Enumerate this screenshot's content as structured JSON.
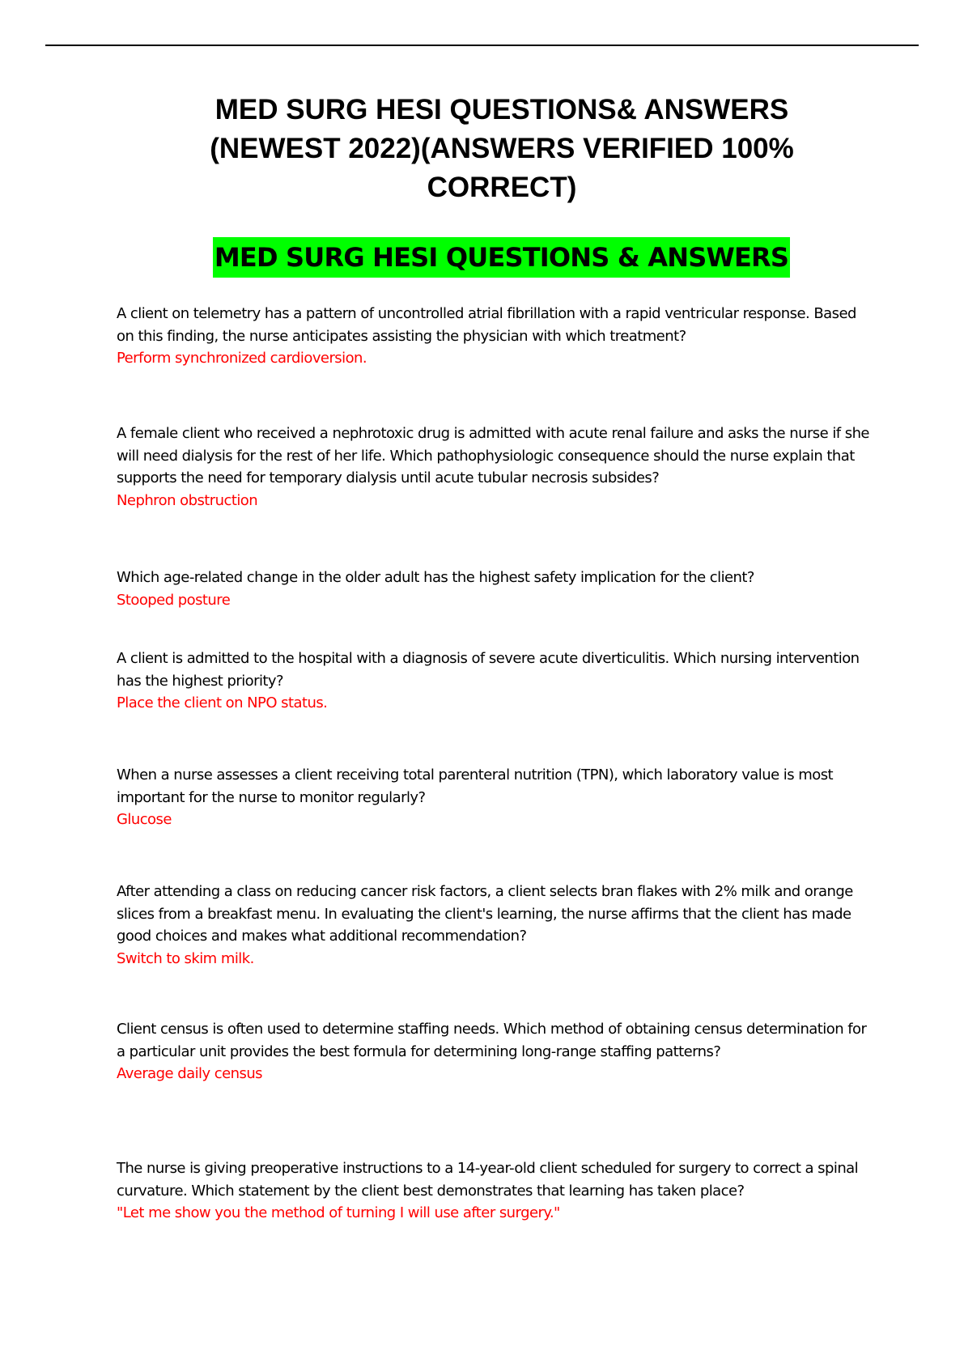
{
  "document": {
    "title_lines": [
      "MED SURG HESI QUESTIONS& ANSWERS",
      "(NEWEST 2022)(ANSWERS VERIFIED 100%",
      "CORRECT)"
    ],
    "section_heading": "MED SURG HESI QUESTIONS & ANSWERS",
    "highlight_color": "#00ff00",
    "answer_color": "#ff0000",
    "qa": [
      {
        "question": "A client on telemetry has a pattern of uncontrolled atrial fibrillation with a rapid ventricular response. Based on this finding, the nurse anticipates assisting the physician with which treatment?",
        "answer": "Perform synchronized cardioversion."
      },
      {
        "question": "A female client who received a nephrotoxic drug is admitted with acute renal failure and asks the nurse if she will need dialysis for the rest of her life. Which pathophysiologic consequence should the nurse explain that supports the need for temporary dialysis until acute tubular necrosis subsides?",
        "answer": "Nephron obstruction"
      },
      {
        "question": "Which age-related change in the older adult has the highest safety implication for the client?",
        "answer": "Stooped posture"
      },
      {
        "question": "A client is admitted to the hospital with a diagnosis of severe acute diverticulitis. Which nursing intervention has the highest priority?",
        "answer": "Place the client on NPO status."
      },
      {
        "question": "When a nurse assesses a client receiving total parenteral nutrition (TPN), which laboratory value is most important for the nurse to monitor regularly?",
        "answer": "Glucose"
      },
      {
        "question": "After attending a class on reducing cancer risk factors, a client selects bran flakes with 2% milk and orange slices from a breakfast menu. In evaluating the client's learning, the nurse affirms that the client has made good choices and makes what additional recommendation?",
        "answer": "Switch to skim milk."
      },
      {
        "question": "Client census is often used to determine staffing needs. Which method of obtaining census determination for a particular unit provides the best formula for determining long-range staffing patterns?",
        "answer": "Average daily census"
      },
      {
        "question": "The nurse is giving preoperative instructions to a 14-year-old client scheduled for surgery to correct a spinal curvature. Which statement by the client best demonstrates that learning has taken place?",
        "answer": "\"Let me show you the method of turning I will use after surgery.\""
      }
    ]
  }
}
